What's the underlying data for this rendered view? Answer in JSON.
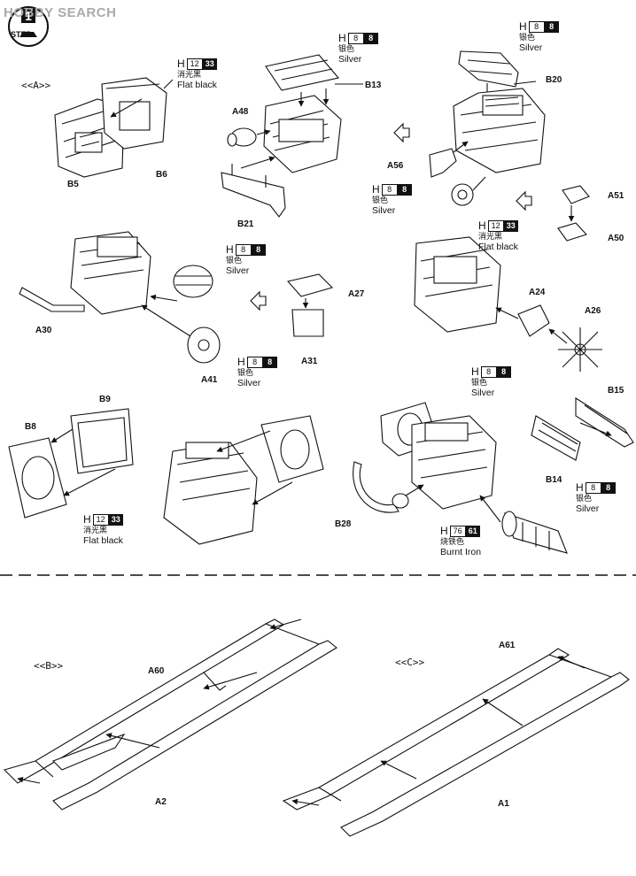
{
  "watermark": {
    "brand": "HOBBY SEARCH"
  },
  "step": {
    "label": "STEP",
    "number": "1"
  },
  "subassemblies": {
    "a": "<<A>>",
    "b": "<<B>>",
    "c": "<<C>>"
  },
  "parts": {
    "B5": "B5",
    "B6": "B6",
    "B13": "B13",
    "A48": "A48",
    "B21": "B21",
    "B20": "B20",
    "A56": "A56",
    "A51": "A51",
    "A50": "A50",
    "A30": "A30",
    "A27": "A27",
    "A31": "A31",
    "A41": "A41",
    "A24": "A24",
    "A26": "A26",
    "B9": "B9",
    "B8": "B8",
    "B15": "B15",
    "B14": "B14",
    "B28": "B28",
    "A60": "A60",
    "A2": "A2",
    "A61": "A61",
    "A1": "A1"
  },
  "paints": {
    "flat_black": {
      "h": "H",
      "code": "12",
      "alt": "33",
      "zh": "消光黑",
      "en": "Flat black"
    },
    "silver": {
      "h": "H",
      "code": "8",
      "alt": "8",
      "zh": "银色",
      "en": "Silver"
    },
    "burnt_iron": {
      "h": "H",
      "code": "76",
      "alt": "61",
      "zh": "烧铁色",
      "en": "Burnt Iron"
    }
  },
  "colors": {
    "ink": "#111111",
    "paper": "#ffffff",
    "watermark": "#b0b0b0"
  }
}
